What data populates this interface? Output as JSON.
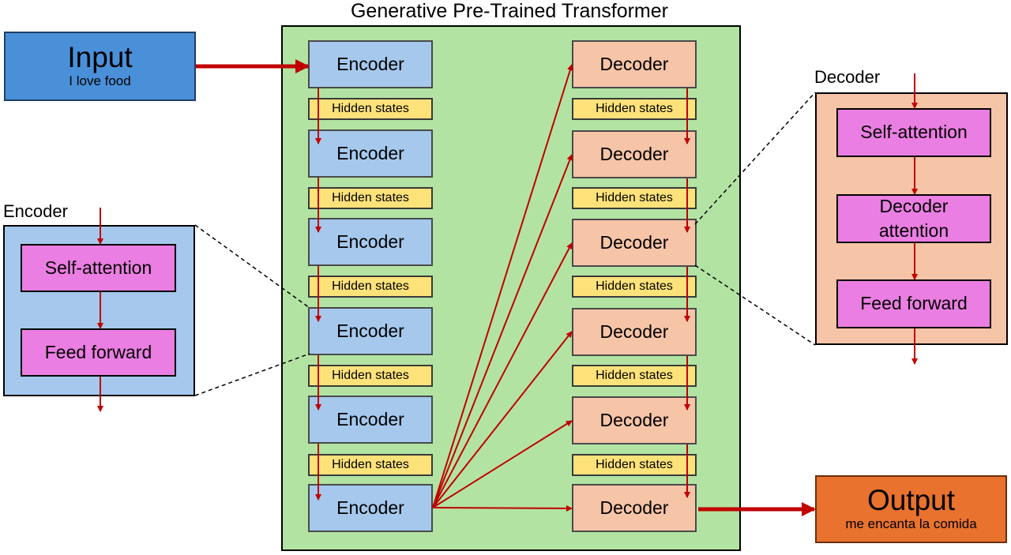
{
  "title": "Generative Pre-Trained Transformer",
  "input": {
    "label": "Input",
    "text": "I love food"
  },
  "output": {
    "label": "Output",
    "text": "me encanta la comida"
  },
  "encoder_label": "Encoder",
  "decoder_label": "Decoder",
  "hidden_label": "Hidden states",
  "encoder_detail": {
    "title": "Encoder",
    "layers": [
      "Self-attention",
      "Feed forward"
    ]
  },
  "decoder_detail": {
    "title": "Decoder",
    "layers": [
      "Self-attention",
      "Decoder attention",
      "Feed forward"
    ]
  },
  "colors": {
    "panel": "#b3e3a3",
    "encoder": "#a5c8ec",
    "decoder": "#f6c4a7",
    "hidden_states": "#fde27a",
    "sublayer": "#eb7ee2",
    "input": "#4a90d9",
    "output": "#e8722e",
    "arrow": "#c00000"
  }
}
